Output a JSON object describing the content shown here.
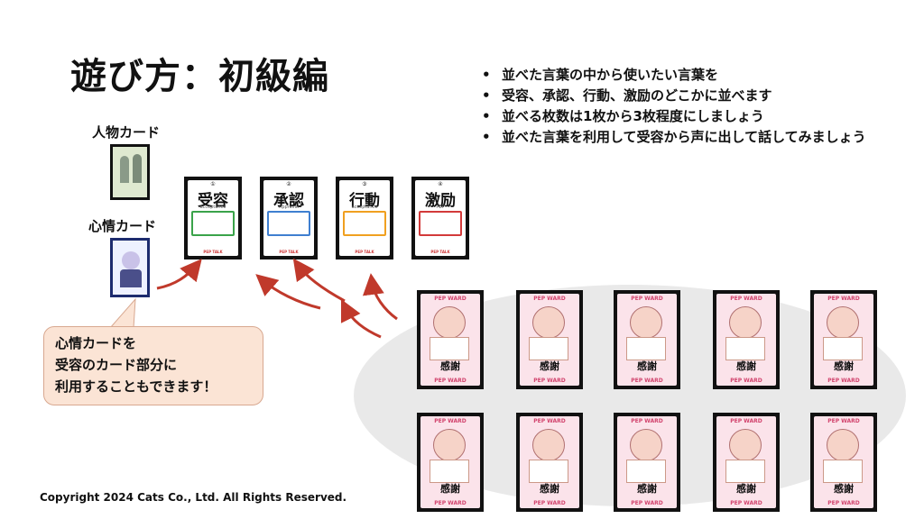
{
  "title": "遊び方：初級編",
  "bullets": [
    "並べた言葉の中から使いたい言葉を",
    "受容、承認、行動、激励のどこかに並べます",
    "並べる枚数は1枚から3枚程度にしましょう",
    "並べた言葉を利用して受容から声に出して話してみましょう"
  ],
  "labels": {
    "person_card": "人物カード",
    "emotion_card": "心情カード"
  },
  "step_cards": [
    {
      "num": "①",
      "kanji": "受容",
      "sub": "acceptance",
      "color": "#3aa34a"
    },
    {
      "num": "②",
      "kanji": "承認",
      "sub": "Approval",
      "color": "#3f7fd0"
    },
    {
      "num": "③",
      "kanji": "行動",
      "sub": "acceptance",
      "color": "#f0a020"
    },
    {
      "num": "④",
      "kanji": "激励",
      "sub": "PEP",
      "color": "#d33a3a"
    }
  ],
  "step_card_footer": "PEP TALK",
  "word_card": {
    "header": "PEP WARD",
    "word": "感謝",
    "footer": "PEP WARD"
  },
  "bubble_lines": [
    "心情カードを",
    "受容のカード部分に",
    "利用することもできます！"
  ],
  "copyright": "Copyright 2024  Cats Co., Ltd.  All Rights Reserved.",
  "colors": {
    "arrow": "#c0392b",
    "bubble_bg": "#fbe4d5",
    "ellipse": "#e9e9e9"
  }
}
